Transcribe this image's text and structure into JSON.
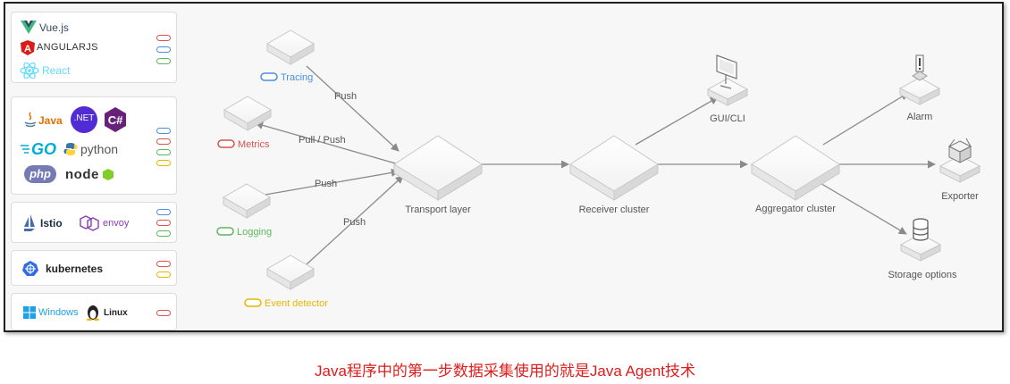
{
  "palette": {
    "blue": "#4a8fe0",
    "red": "#d9534f",
    "green": "#5cb85c",
    "yellow": "#e6b800",
    "caption": "#e01c1c",
    "box_border": "#c8c8c8",
    "edge": "#8a8a8a"
  },
  "sidebar": {
    "frameworks": [
      {
        "label": "Vue.js",
        "color": "#35495e",
        "icon": "vue-logo-icon"
      },
      {
        "label": "ANGULARJS",
        "color": "#333333",
        "icon": "angular-logo-icon"
      },
      {
        "label": "React",
        "color": "#61dafb",
        "icon": "react-logo-icon"
      }
    ],
    "languages": [
      {
        "label": "Java",
        "color": "#e76f00",
        "icon": "java-logo-icon"
      },
      {
        "label": ".NET",
        "color": "#ffffff",
        "icon": "dotnet-logo-icon"
      },
      {
        "label": "C#",
        "color": "#ffffff",
        "icon": "csharp-logo-icon"
      },
      {
        "label": "GO",
        "color": "#00add8",
        "icon": "go-logo-icon"
      },
      {
        "label": "python",
        "color": "#555555",
        "icon": "python-logo-icon"
      },
      {
        "label": "php",
        "color": "#ffffff",
        "icon": "php-logo-icon"
      },
      {
        "label": "node",
        "color": "#333333",
        "icon": "node-logo-icon"
      }
    ],
    "mesh": [
      {
        "label": "Istio",
        "color": "#1e2d3d",
        "icon": "istio-logo-icon"
      },
      {
        "label": "envoy",
        "color": "#8b3ab5",
        "icon": "envoy-logo-icon"
      }
    ],
    "orchestration": [
      {
        "label": "kubernetes",
        "color": "#222222",
        "icon": "kubernetes-logo-icon"
      }
    ],
    "os": [
      {
        "label": "Windows",
        "color": "#1fa0e8",
        "icon": "windows-logo-icon"
      },
      {
        "label": "Linux",
        "color": "#222222",
        "icon": "linux-logo-icon"
      }
    ]
  },
  "sources": [
    {
      "label": "Tracing",
      "color": "#4a8fe0"
    },
    {
      "label": "Metrics",
      "color": "#d9534f"
    },
    {
      "label": "Logging",
      "color": "#5cb85c"
    },
    {
      "label": "Event detector",
      "color": "#e6b800"
    }
  ],
  "edges": {
    "tracing": "Push",
    "metrics": "Pull / Push",
    "logging": "Push",
    "event": "Push"
  },
  "nodes": {
    "transport": "Transport layer",
    "receiver": "Receiver cluster",
    "aggregator": "Aggregator cluster",
    "gui": "GUI/CLI",
    "alarm": "Alarm",
    "exporter": "Exporter",
    "storage": "Storage options"
  },
  "caption": "Java程序中的第一步数据采集使用的就是Java Agent技术"
}
